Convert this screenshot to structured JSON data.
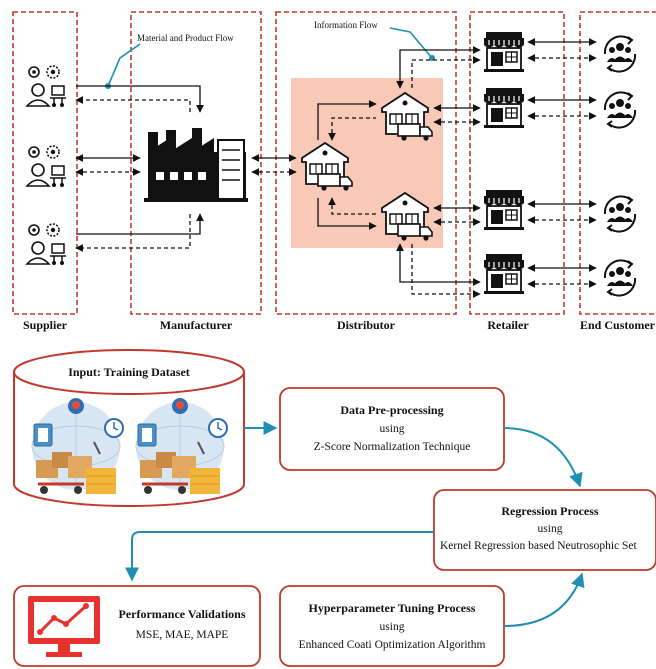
{
  "supply_chain": {
    "columns": [
      "Supplier",
      "Manufacturer",
      "Distributor",
      "Retailer",
      "End Customer"
    ],
    "material_flow_label": "Material and Product Flow",
    "information_flow_label": "Information Flow"
  },
  "pipeline": {
    "dataset_title": "Input: Training Dataset",
    "preprocessing": {
      "title": "Data Pre-processing",
      "using": "using",
      "method": "Z-Score Normalization Technique"
    },
    "regression": {
      "title": "Regression Process",
      "using": "using",
      "method": "Kernel Regression based Neutrosophic Set"
    },
    "tuning": {
      "title": "Hyperparameter Tuning Process",
      "using": "using",
      "method": "Enhanced Coati Optimization Algorithm"
    },
    "validation": {
      "title": "Performance Validations",
      "metrics": "MSE, MAE, MAPE"
    }
  },
  "colors": {
    "dashed_border": "#c0392b",
    "process_border": "#c0392b",
    "arrow": "#1f8fb3",
    "highlight": "#f8c9b7",
    "icon": "#111111"
  }
}
